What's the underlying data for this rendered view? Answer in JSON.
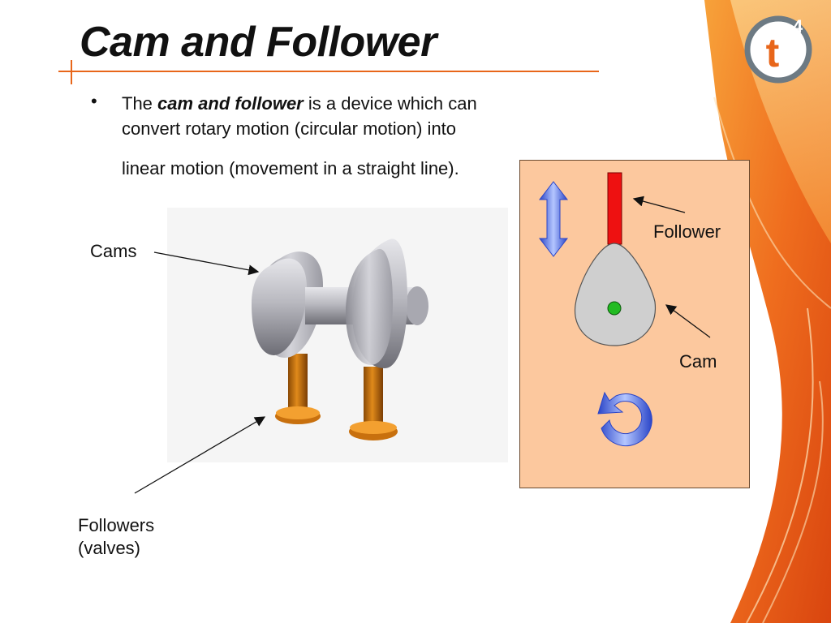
{
  "slide": {
    "title": "Cam and Follower",
    "bullet": {
      "prefix": "The ",
      "emphasis": "cam and follower",
      "line1_rest": " is a device which can",
      "line2": "convert rotary motion (circular motion) into",
      "line3": "linear motion (movement in a straight line)."
    },
    "labels": {
      "cams": "Cams",
      "followers_line1": "Followers",
      "followers_line2": "(valves)",
      "follower": "Follower",
      "cam": "Cam"
    }
  },
  "logo": {
    "letter": "t",
    "superscript": "4"
  },
  "icons": [
    "up-down-arrow-icon",
    "rotate-arrow-icon"
  ],
  "colors": {
    "accent_orange": "#e8661a",
    "diagram_bg": "#fcc89e",
    "follower_red": "#ee1111",
    "cam_grey": "#cfcfcf",
    "pivot_green": "#22bb22",
    "arrow_blue": "#3f63e0"
  }
}
